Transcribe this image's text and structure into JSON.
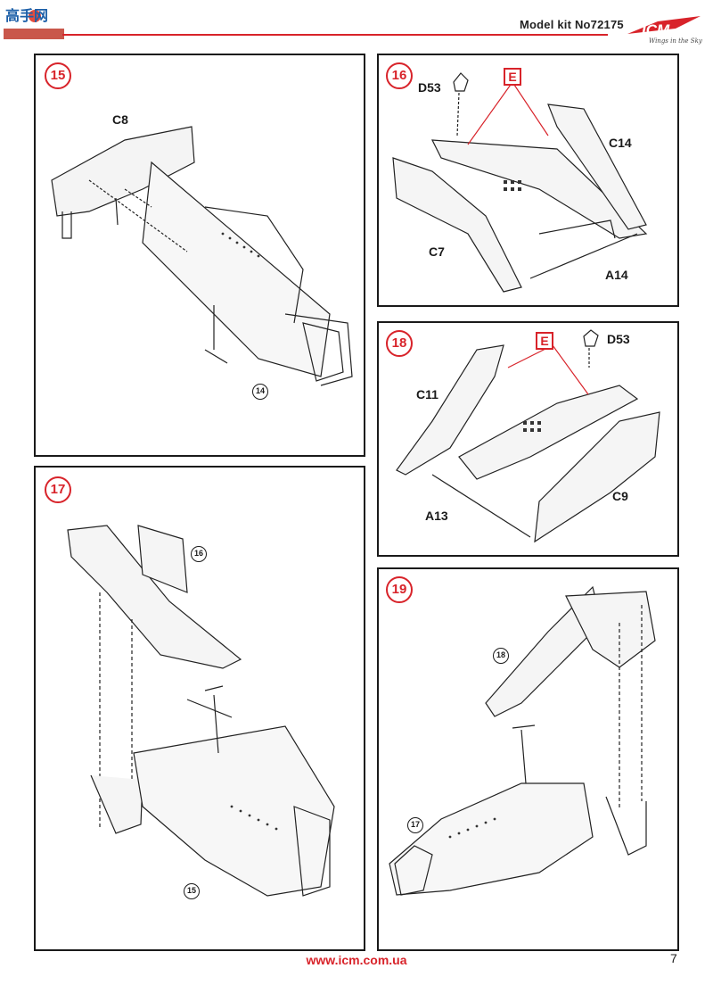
{
  "header": {
    "watermark_text": "高手网",
    "kit_label": "Model kit No72175",
    "logo_text": "ICM",
    "logo_tagline": "Wings in the Sky",
    "accent": "#d8232a"
  },
  "steps": [
    {
      "number": "15",
      "parts": [
        "C8"
      ],
      "refs": [
        "14"
      ]
    },
    {
      "number": "16",
      "parts": [
        "D53",
        "C14",
        "C7",
        "A14"
      ],
      "material": "E"
    },
    {
      "number": "17",
      "refs": [
        "16",
        "15"
      ]
    },
    {
      "number": "18",
      "parts": [
        "D53",
        "C11",
        "C9",
        "A13"
      ],
      "material": "E"
    },
    {
      "number": "19",
      "refs": [
        "18",
        "17"
      ]
    }
  ],
  "footer": {
    "website": "www.icm.com.ua",
    "page_number": "7"
  }
}
